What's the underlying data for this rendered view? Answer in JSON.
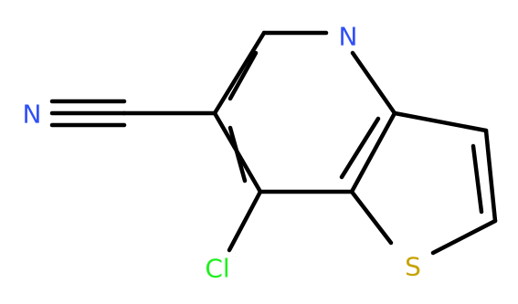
{
  "colors": {
    "background": "#ffffff",
    "bond": "#000000",
    "nitrogen": "#3050f8",
    "chlorine": "#1ff01f",
    "sulfur": "#c6a300"
  },
  "atoms": {
    "nitrile_n": "N",
    "ring_n": "N",
    "chlorine": "Cl",
    "sulfur": "S"
  }
}
